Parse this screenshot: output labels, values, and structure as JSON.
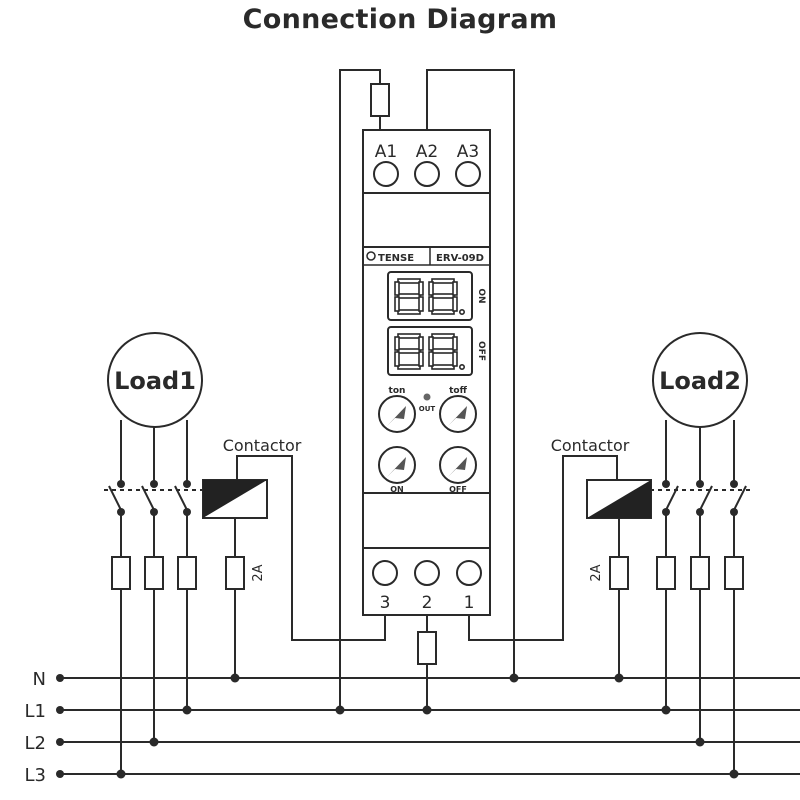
{
  "title": "Connection Diagram",
  "lines": [
    "N",
    "L1",
    "L2",
    "L3"
  ],
  "device": {
    "brand": "TENSE",
    "model": "ERV-09D",
    "top_terminals": [
      "A1",
      "A2",
      "A3"
    ],
    "bottom_terminals": [
      "3",
      "2",
      "1"
    ],
    "display_on_label": "ON",
    "display_off_label": "OFF",
    "display_digits": "88.",
    "knob_ton": "ton",
    "knob_toff": "toff",
    "led_label": "OUT",
    "knob_on": "ON",
    "knob_off": "OFF"
  },
  "loads": [
    "Load1",
    "Load2"
  ],
  "contactor_label": "Contactor",
  "fuse_rating": "2A"
}
